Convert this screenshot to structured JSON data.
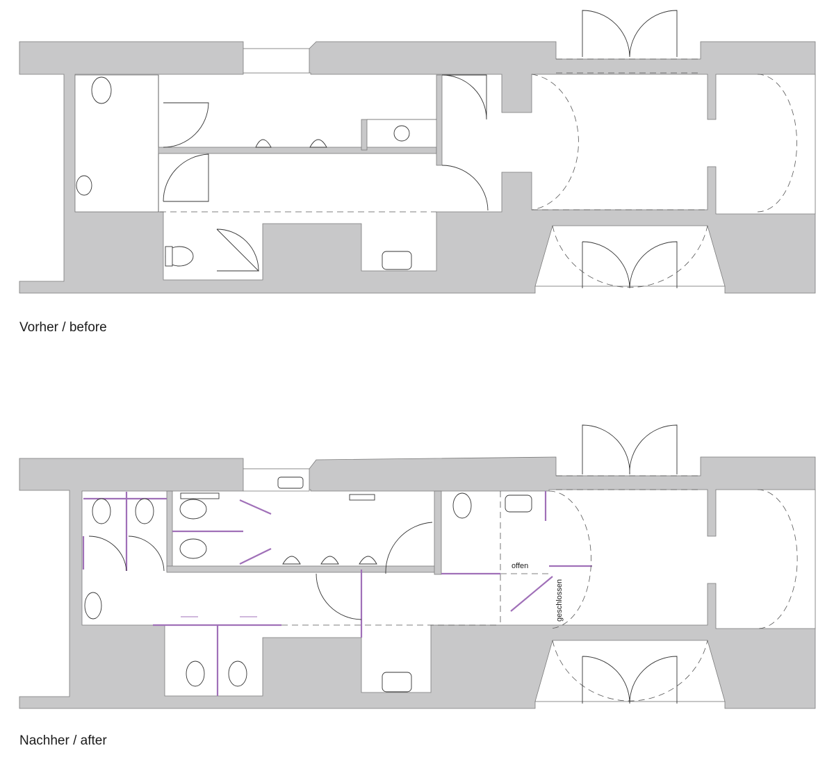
{
  "captions": {
    "before": "Vorher / before",
    "after": "Nachher / after"
  },
  "plan_labels": {
    "open": "offen",
    "closed": "geschlossen"
  },
  "colors": {
    "wall": "#c8c8c9",
    "new_elements": "#a070b8",
    "lines": "#333333"
  }
}
